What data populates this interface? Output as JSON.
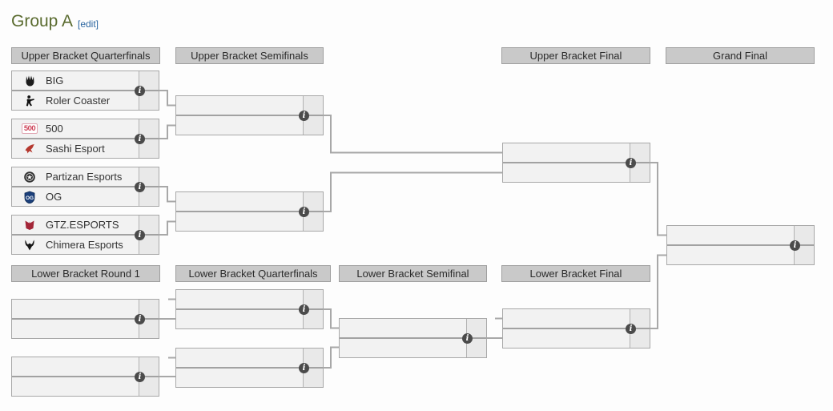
{
  "page": {
    "title": "Group A",
    "edit": "[edit]"
  },
  "headers": {
    "ub_qf": "Upper Bracket Quarterfinals",
    "ub_sf": "Upper Bracket Semifinals",
    "ub_f": "Upper Bracket Final",
    "gf": "Grand Final",
    "lb_r1": "Lower Bracket Round 1",
    "lb_qf": "Lower Bracket Quarterfinals",
    "lb_sf": "Lower Bracket Semifinal",
    "lb_f": "Lower Bracket Final"
  },
  "teams": {
    "big": {
      "name": "BIG",
      "icon": "big-logo-icon"
    },
    "roler": {
      "name": "Roler Coaster",
      "icon": "roler-coaster-logo-icon"
    },
    "t500": {
      "name": "500",
      "icon": "500-logo-icon",
      "logo_text": "500"
    },
    "sashi": {
      "name": "Sashi Esport",
      "icon": "sashi-logo-icon"
    },
    "partizan": {
      "name": "Partizan Esports",
      "icon": "partizan-logo-icon"
    },
    "og": {
      "name": "OG",
      "icon": "og-logo-icon",
      "logo_text": "OG"
    },
    "gtz": {
      "name": "GTZ.ESPORTS",
      "icon": "gtz-logo-icon"
    },
    "chimera": {
      "name": "Chimera Esports",
      "icon": "chimera-logo-icon"
    }
  },
  "icons": {
    "info": "i"
  },
  "colors": {
    "heading": "#5a6b2f",
    "edit_link": "#2a65a0",
    "round_header_bg": "#c9c9c9",
    "match_bg": "#f2f2f2",
    "score_bg": "#e9e9e9",
    "border": "#a8a8a8",
    "connector": "#a8a8a8",
    "info_icon_bg": "#4b4b4b"
  }
}
